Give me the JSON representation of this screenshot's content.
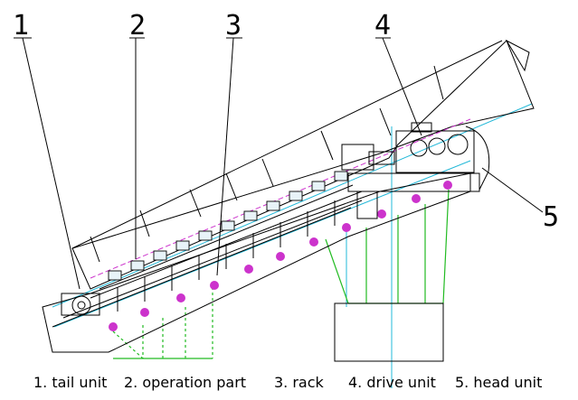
{
  "callouts": [
    {
      "number": "1",
      "name": "tail unit"
    },
    {
      "number": "2",
      "name": "operation part"
    },
    {
      "number": "3",
      "name": "rack"
    },
    {
      "number": "4",
      "name": "drive unit"
    },
    {
      "number": "5",
      "name": "head unit"
    }
  ],
  "caption": {
    "item1": "1. tail unit",
    "item2": "2. operation part",
    "item3": "3. rack",
    "item4": "4. drive unit",
    "item5": "5. head unit"
  },
  "colors": {
    "outline": "#000000",
    "support_legs": "#22bb22",
    "center_lines": "#22b8d8",
    "mounting_holes": "#cc33cc",
    "belt_line": "#cc33cc"
  }
}
